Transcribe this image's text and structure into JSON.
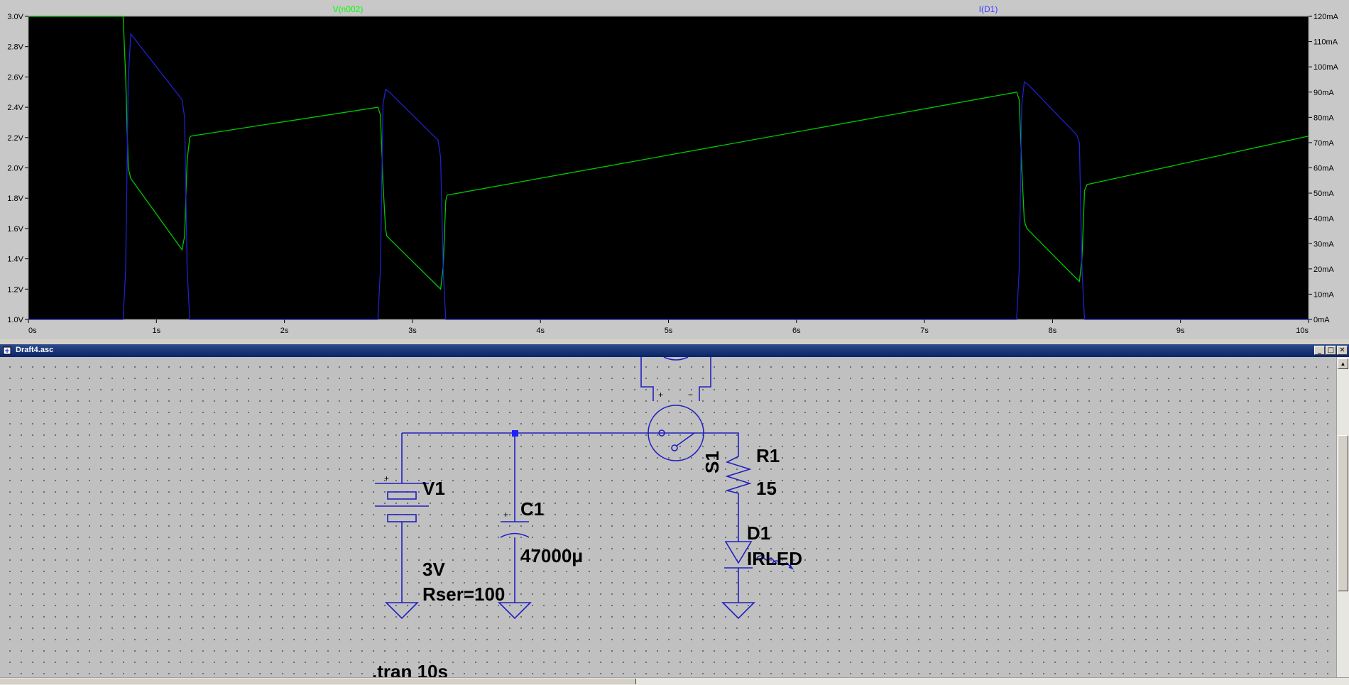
{
  "plot": {
    "left_title": "V(n002)",
    "right_title": "I(D1)",
    "left_ticks": [
      "3.0V",
      "2.8V",
      "2.6V",
      "2.4V",
      "2.2V",
      "2.0V",
      "1.8V",
      "1.6V",
      "1.4V",
      "1.2V",
      "1.0V"
    ],
    "right_ticks": [
      "120mA",
      "110mA",
      "100mA",
      "90mA",
      "80mA",
      "70mA",
      "60mA",
      "50mA",
      "40mA",
      "30mA",
      "20mA",
      "10mA",
      "0mA"
    ],
    "x_ticks": [
      "0s",
      "1s",
      "2s",
      "3s",
      "4s",
      "5s",
      "6s",
      "7s",
      "8s",
      "9s",
      "10s"
    ],
    "colors": {
      "background": "#000000",
      "voltage_trace": "#00c800",
      "current_trace": "#2020d0",
      "left_title": "#00ff00",
      "right_title": "#4040ff"
    }
  },
  "chart_data": {
    "type": "line",
    "x_range": [
      0,
      10
    ],
    "xlabel": "",
    "y_left": {
      "range": [
        1.0,
        3.0
      ],
      "unit": "V"
    },
    "y_right": {
      "range": [
        0,
        120
      ],
      "unit": "mA"
    },
    "series": [
      {
        "name": "V(n002)",
        "axis": "left",
        "color": "#00c800",
        "x": [
          0,
          0.74,
          0.76,
          0.78,
          0.8,
          1.2,
          1.22,
          1.24,
          1.26,
          1.27,
          2.73,
          2.75,
          2.77,
          2.79,
          2.8,
          3.22,
          3.24,
          3.26,
          3.27,
          7.72,
          7.74,
          7.76,
          7.78,
          7.8,
          8.21,
          8.23,
          8.25,
          8.27,
          10
        ],
        "y": [
          3.0,
          3.0,
          2.6,
          2.0,
          1.93,
          1.46,
          1.55,
          2.05,
          2.2,
          2.21,
          2.4,
          2.35,
          1.9,
          1.6,
          1.55,
          1.2,
          1.35,
          1.78,
          1.82,
          2.5,
          2.45,
          2.0,
          1.65,
          1.6,
          1.25,
          1.4,
          1.85,
          1.89,
          2.21
        ]
      },
      {
        "name": "I(D1)",
        "axis": "right",
        "color": "#2020d0",
        "x": [
          0,
          0.74,
          0.76,
          0.78,
          0.8,
          1.2,
          1.22,
          1.24,
          1.26,
          2.73,
          2.75,
          2.77,
          2.79,
          2.82,
          3.2,
          3.22,
          3.24,
          3.26,
          7.72,
          7.74,
          7.76,
          7.78,
          7.81,
          8.19,
          8.21,
          8.23,
          8.25,
          10
        ],
        "y": [
          0,
          0,
          20,
          95,
          113,
          87,
          80,
          20,
          0,
          0,
          20,
          85,
          91,
          90,
          71,
          64,
          20,
          0,
          0,
          20,
          85,
          94,
          93,
          73,
          70,
          20,
          0,
          0
        ]
      }
    ]
  },
  "schematic": {
    "window_title": "Draft4.asc",
    "minimize_glyph": "_",
    "maximize_glyph": "□",
    "close_glyph": "✕",
    "scroll_up_glyph": "▲",
    "components": {
      "v1_name": "V1",
      "v1_value": "3V",
      "v1_rser": "Rser=100",
      "c1_name": "C1",
      "c1_value": "47000μ",
      "r1_name": "R1",
      "r1_value": "15",
      "s1_name": "S1",
      "d1_name": "D1",
      "d1_value": "IRLED"
    },
    "directive": ".tran 10s",
    "plus_sign": "+",
    "minus_sign": "−",
    "colors": {
      "wire": "#2020c0",
      "junction": "#2020ff"
    }
  }
}
